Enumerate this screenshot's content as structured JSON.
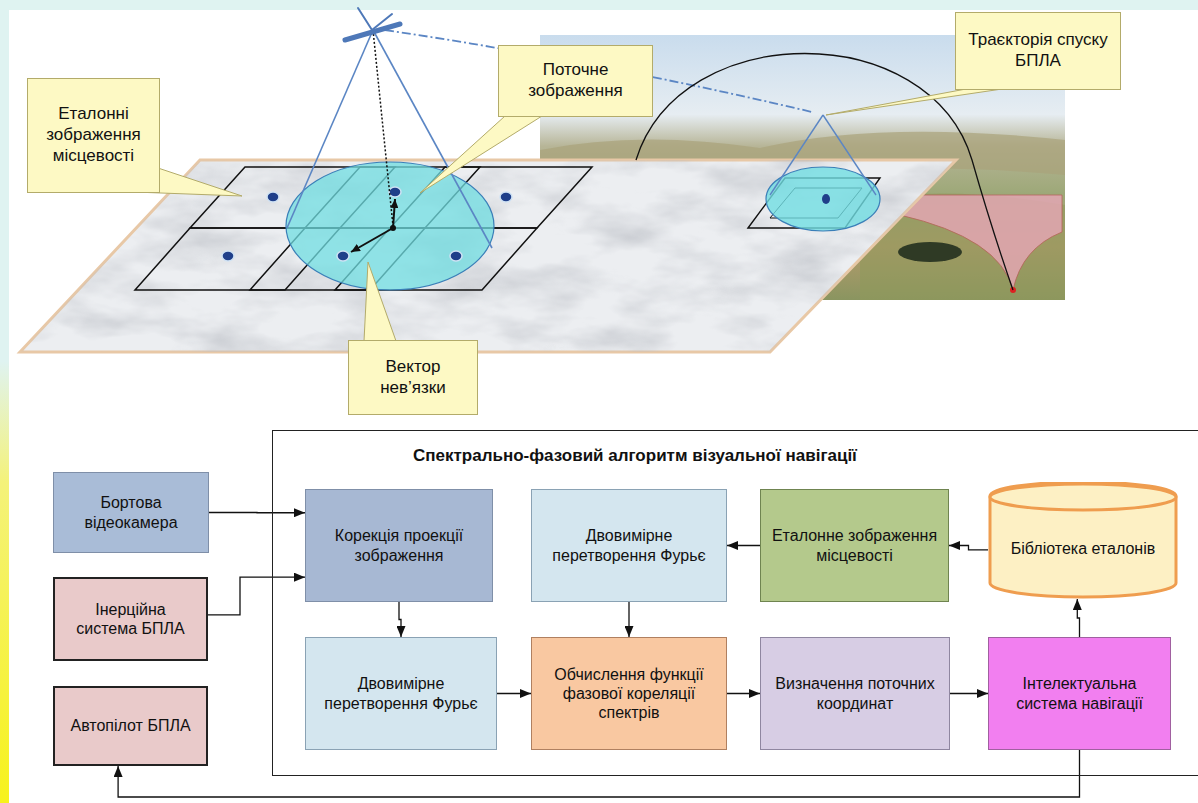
{
  "diagram": {
    "nodes": [
      {
        "text": [
          "Еталонні зображення місцевості"
        ]
      },
      {
        "text": [
          "Поточне зображення"
        ]
      },
      {
        "text": [
          "Траєкторія спуску БПЛА"
        ]
      },
      {
        "text": [
          "Вектор нев’язки"
        ]
      },
      {
        "text": [
          "Спектрально-фазовий алгоритм візуальної навігації"
        ]
      },
      {
        "text": [
          "Бортова відеокамера"
        ]
      },
      {
        "text": [
          "Корекція проекції зображення"
        ],
        "in": 4
      },
      {
        "text": [
          "Двовимірне перетворення Фурьє"
        ],
        "in": 4
      },
      {
        "text": [
          "Еталонне зображення місцевості"
        ],
        "in": 4
      },
      {
        "text": [
          "Бібліотека еталонів"
        ],
        "in": 4
      },
      {
        "text": [
          "Інерційна система БПЛА"
        ]
      },
      {
        "text": [
          "Двовимірне перетворення Фурьє"
        ],
        "in": 4
      },
      {
        "text": [
          "Обчислення функції фазової кореляції спектрів"
        ],
        "in": 4
      },
      {
        "text": [
          "Визначення поточних координат"
        ],
        "in": 4
      },
      {
        "text": [
          "Інтелектуальна система навігації"
        ],
        "in": 4
      },
      {
        "text": [
          "Автопілот БПЛА"
        ]
      }
    ],
    "edges": [
      {
        "from": 5,
        "to": 6,
        "arrow": "to"
      },
      {
        "from": 10,
        "to": 6,
        "arrow": "to"
      },
      {
        "from": 6,
        "to": 11,
        "arrow": "to"
      },
      {
        "from": 9,
        "to": 8,
        "arrow": "to"
      },
      {
        "from": 8,
        "to": 7,
        "arrow": "to"
      },
      {
        "from": 7,
        "to": 12,
        "arrow": "to"
      },
      {
        "from": 11,
        "to": 12,
        "arrow": "to"
      },
      {
        "from": 12,
        "to": 13,
        "arrow": "to"
      },
      {
        "from": 13,
        "to": 14,
        "arrow": "to"
      },
      {
        "from": 14,
        "to": 9,
        "arrow": "to"
      },
      {
        "from": 14,
        "to": 15,
        "arrow": "to"
      }
    ]
  }
}
